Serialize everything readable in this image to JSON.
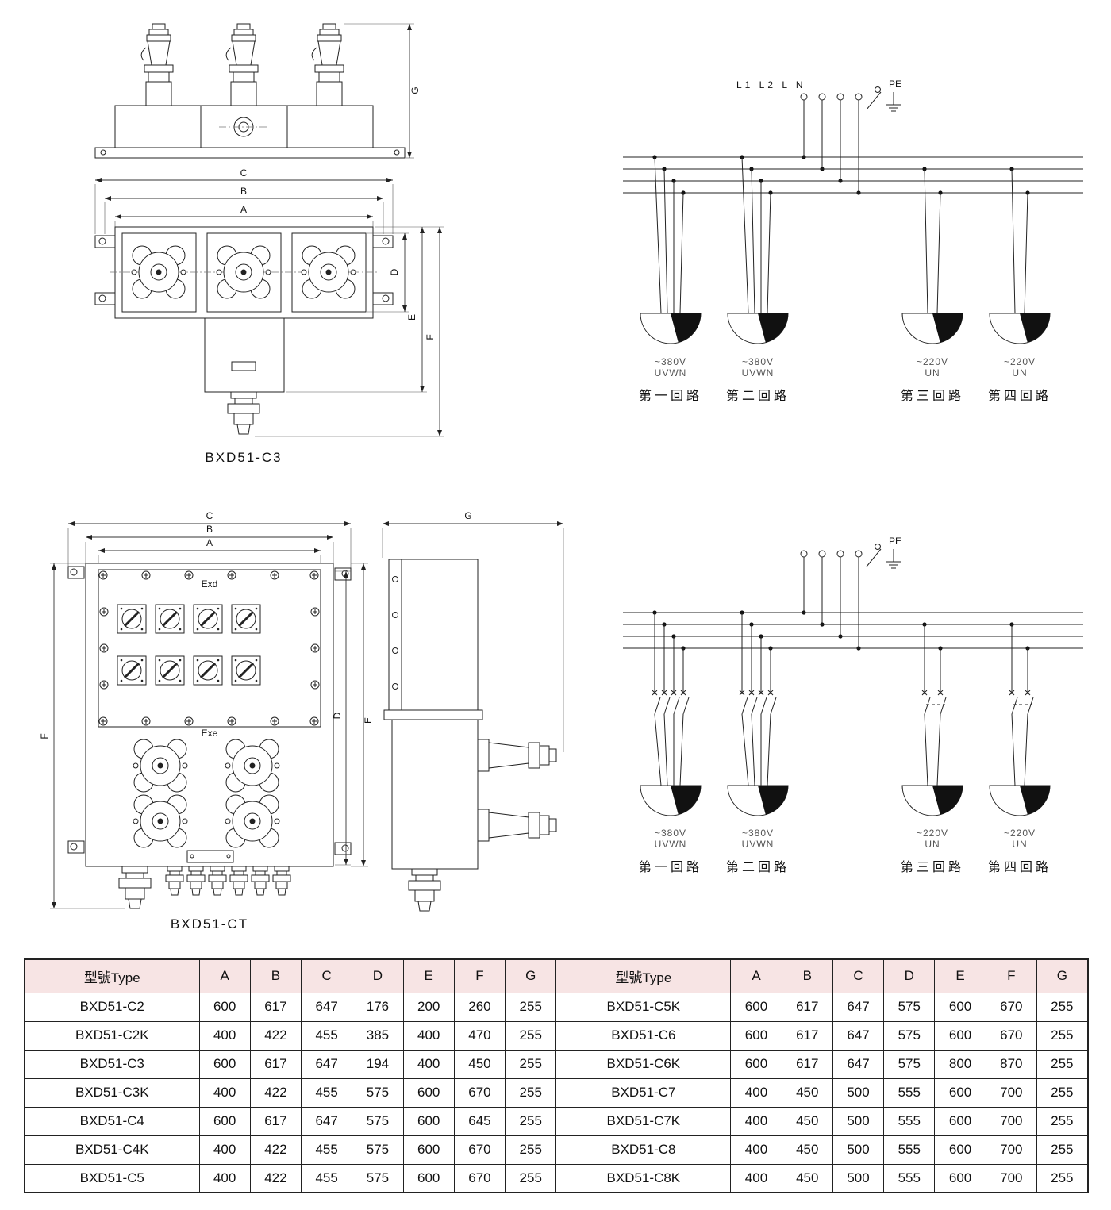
{
  "figure1": {
    "caption": "BXD51-C3",
    "dim_labels": {
      "a": "A",
      "b": "B",
      "c": "C",
      "d": "D",
      "e": "E",
      "f": "F",
      "g": "G"
    }
  },
  "figure2": {
    "caption": "BXD51-CT",
    "zone_top": "Exd",
    "zone_bottom": "Exe",
    "dim_labels": {
      "a": "A",
      "b": "B",
      "c": "C",
      "d": "D",
      "e": "E",
      "f": "F",
      "g": "G"
    }
  },
  "circuit1": {
    "line_labels": "L1 L2 L N",
    "pe_label": "PE",
    "outlets": [
      {
        "voltage": "~380V",
        "terminals": "UVWN",
        "name": "第一回路"
      },
      {
        "voltage": "~380V",
        "terminals": "UVWN",
        "name": "第二回路"
      },
      {
        "voltage": "~220V",
        "terminals": "UN",
        "name": "第三回路"
      },
      {
        "voltage": "~220V",
        "terminals": "UN",
        "name": "第四回路"
      }
    ]
  },
  "circuit2": {
    "pe_label": "PE",
    "outlets": [
      {
        "voltage": "~380V",
        "terminals": "UVWN",
        "name": "第一回路"
      },
      {
        "voltage": "~380V",
        "terminals": "UVWN",
        "name": "第二回路"
      },
      {
        "voltage": "~220V",
        "terminals": "UN",
        "name": "第三回路"
      },
      {
        "voltage": "~220V",
        "terminals": "UN",
        "name": "第四回路"
      }
    ]
  },
  "table": {
    "header_type": "型號Type",
    "header_cols": [
      "A",
      "B",
      "C",
      "D",
      "E",
      "F",
      "G"
    ],
    "left": [
      {
        "model": "BXD51-C2",
        "values": [
          600,
          617,
          647,
          176,
          200,
          260,
          255
        ]
      },
      {
        "model": "BXD51-C2K",
        "values": [
          400,
          422,
          455,
          385,
          400,
          470,
          255
        ]
      },
      {
        "model": "BXD51-C3",
        "values": [
          600,
          617,
          647,
          194,
          400,
          450,
          255
        ]
      },
      {
        "model": "BXD51-C3K",
        "values": [
          400,
          422,
          455,
          575,
          600,
          670,
          255
        ]
      },
      {
        "model": "BXD51-C4",
        "values": [
          600,
          617,
          647,
          575,
          600,
          645,
          255
        ]
      },
      {
        "model": "BXD51-C4K",
        "values": [
          400,
          422,
          455,
          575,
          600,
          670,
          255
        ]
      },
      {
        "model": "BXD51-C5",
        "values": [
          400,
          422,
          455,
          575,
          600,
          670,
          255
        ]
      }
    ],
    "right": [
      {
        "model": "BXD51-C5K",
        "values": [
          600,
          617,
          647,
          575,
          600,
          670,
          255
        ]
      },
      {
        "model": "BXD51-C6",
        "values": [
          600,
          617,
          647,
          575,
          600,
          670,
          255
        ]
      },
      {
        "model": "BXD51-C6K",
        "values": [
          600,
          617,
          647,
          575,
          800,
          870,
          255
        ]
      },
      {
        "model": "BXD51-C7",
        "values": [
          400,
          450,
          500,
          555,
          600,
          700,
          255
        ]
      },
      {
        "model": "BXD51-C7K",
        "values": [
          400,
          450,
          500,
          555,
          600,
          700,
          255
        ]
      },
      {
        "model": "BXD51-C8",
        "values": [
          400,
          450,
          500,
          555,
          600,
          700,
          255
        ]
      },
      {
        "model": "BXD51-C8K",
        "values": [
          400,
          450,
          500,
          555,
          600,
          700,
          255
        ]
      }
    ]
  }
}
